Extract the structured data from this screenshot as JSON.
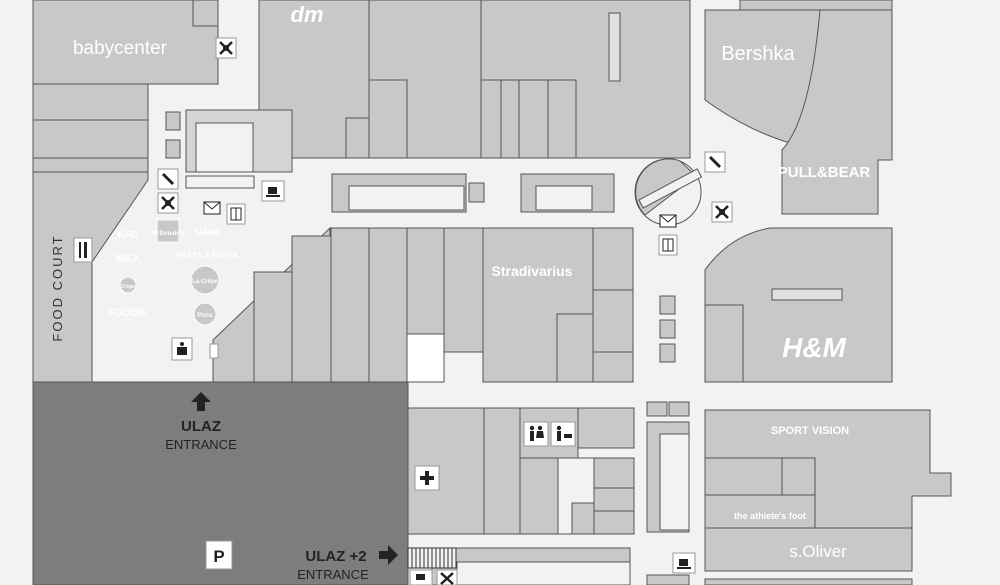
{
  "colors": {
    "background": "#f2f2f2",
    "store": "#c8c8c8",
    "store_light": "#d4d4d4",
    "parking": "#7d7d7d",
    "outline": "#555555",
    "text_dark": "#222222",
    "text_light": "#ffffff"
  },
  "stores": {
    "babycenter": "babycenter",
    "dm": "dm",
    "bershka": "Bershka",
    "pull_bear": "PULL&BEAR",
    "stradivarius": "Stradivarius",
    "hm": "H&M",
    "sport_vision": "SPORT VISION",
    "athletes_foot": "the athlete's foot",
    "s_oliver": "s.Oliver"
  },
  "food_court": {
    "label": "FOOD COURT",
    "vendors": [
      "KFC",
      "McDonald's",
      "Nana",
      "MEX",
      "PASTA & FASTA",
      "La Crêpe",
      "Crêpe",
      "FOODIE",
      "Pizza"
    ]
  },
  "entrances": [
    {
      "title": "ULAZ",
      "subtitle": "ENTRANCE"
    },
    {
      "title": "ULAZ +2",
      "subtitle": "ENTRANCE"
    }
  ],
  "icons": {
    "escalator": "escalator-icon",
    "stairs": "stairs-icon",
    "elevator": "elevator-icon",
    "mail": "mail-icon",
    "cafe": "cafe-icon",
    "restroom": "restroom-icon",
    "baby_change": "baby-change-icon",
    "first_aid": "first-aid-icon",
    "parking": "parking-icon",
    "info": "info-icon",
    "cutlery": "cutlery-icon"
  }
}
